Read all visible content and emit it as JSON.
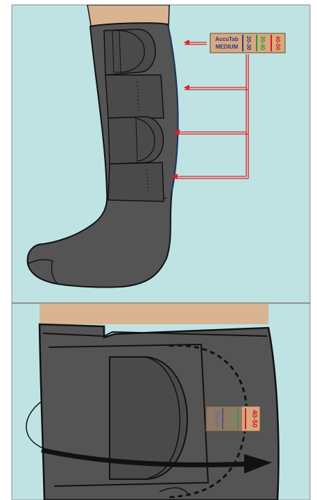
{
  "colors": {
    "background": "#bfe3e3",
    "frame": "#888888",
    "skin": "#d8b493",
    "garment": "#545454",
    "garment_dark": "#3f3f3f",
    "outline": "#111111",
    "tab_bg": "#d6a97e",
    "arrow_red": "#e41e26",
    "text_blue": "#2b3990",
    "text_green": "#1e9a3a",
    "text_red": "#d71920",
    "wrap_arrow": "#111111"
  },
  "top_panel": {
    "accutab": {
      "title": "AccuTab",
      "size": "MEDIUM",
      "ranges": [
        "20-30",
        "30-40",
        "40-50"
      ]
    }
  },
  "bottom_panel": {
    "accutab": {
      "ranges": [
        "20-30",
        "30-40",
        "40-50"
      ]
    }
  },
  "icons": {
    "arrows": "red-pointer-arrows",
    "wrap": "wrap-direction-arrow"
  }
}
